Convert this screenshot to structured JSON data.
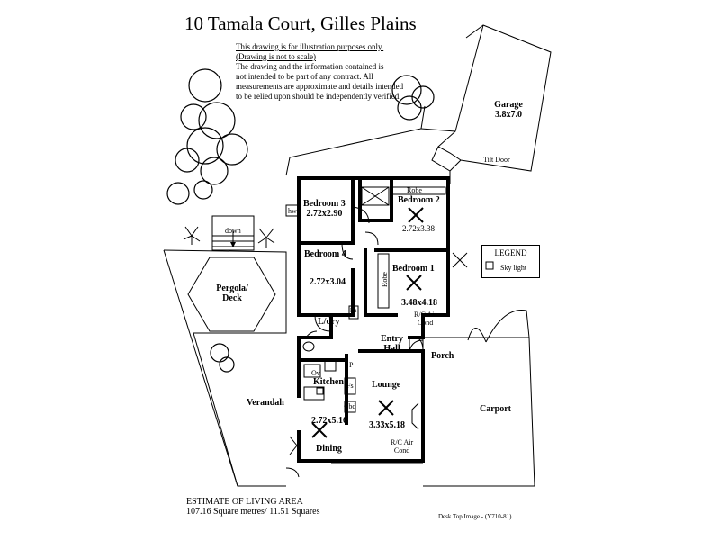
{
  "title": "10 Tamala Court,  Gilles Plains",
  "disclaimer": {
    "line1": "This drawing is for illustration purposes only.",
    "line2": "(Drawing is not to scale)",
    "line3": "The drawing and the information contained is",
    "line4": "not intended to be part of any contract.  All",
    "line5": "measurements are approximate and details intended",
    "line6": "to be relied upon should be independently verified."
  },
  "rooms": {
    "garage": {
      "name": "Garage",
      "size": "3.8x7.0"
    },
    "tilt_door": "Tilt Door",
    "bedroom3": {
      "name": "Bedroom 3",
      "size": "2.72x2.90"
    },
    "robe_top": "Robe",
    "bedroom2": {
      "name": "Bedroom 2",
      "size": "2.72x3.38"
    },
    "hw": "hw",
    "bedroom4": {
      "name": "Bedroom 4",
      "size": "2.72x3.04"
    },
    "bedroom1": {
      "name": "Bedroom 1",
      "size": "3.48x4.18"
    },
    "robe_side": "Robe",
    "rc_air_1": "R/C Air",
    "cond_1": "Cond",
    "pergola": {
      "line1": "Pergola/",
      "line2": "Deck"
    },
    "down": "down",
    "laundry": "L/dry",
    "lin": "lin",
    "entry": {
      "line1": "Entry",
      "line2": "Hall"
    },
    "porch": "Porch",
    "kitchen": "Kitchen",
    "ov": "Ov",
    "fs": "Fs",
    "p": "P",
    "cbd": "Cbd",
    "lounge": {
      "name": "Lounge",
      "size": "3.33x5.18"
    },
    "carport": "Carport",
    "verandah": "Verandah",
    "dining_size": "2.72x5.16",
    "dining": "Dining",
    "rc_air_2": "R/C Air",
    "cond_2": "Cond"
  },
  "legend": {
    "title": "LEGEND",
    "item": "Sky light"
  },
  "estimate": {
    "line1": "ESTIMATE OF LIVING AREA",
    "line2": "107.16 Square metres/  11.51 Squares"
  },
  "source": "Desk Top Image - (Y710-81)"
}
